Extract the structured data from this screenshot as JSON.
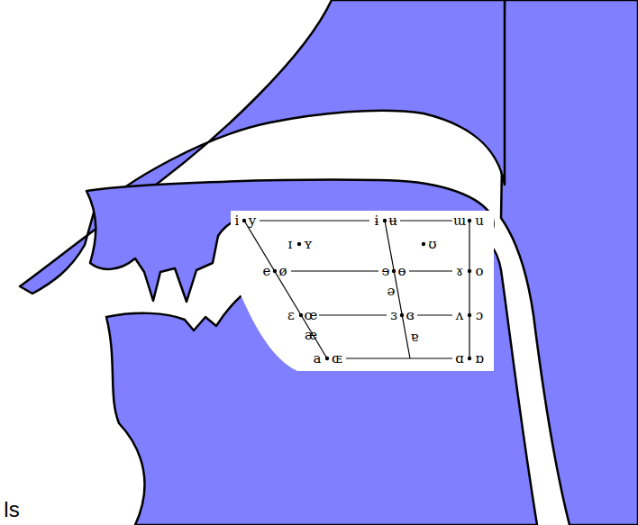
{
  "diagram": {
    "labels": [
      "i",
      "y",
      "ɨ",
      "ʉ",
      "ɯ",
      "u",
      "ɪ",
      "ʏ",
      "ʊ",
      "e",
      "ø",
      "ɘ",
      "ɵ",
      "ɤ",
      "o",
      "ə",
      "ɛ",
      "œ",
      "ɜ",
      "ɞ",
      "ʌ",
      "ɔ",
      "æ",
      "ɐ",
      "a",
      "ɶ",
      "ɑ",
      "ɒ",
      "ls"
    ]
  }
}
